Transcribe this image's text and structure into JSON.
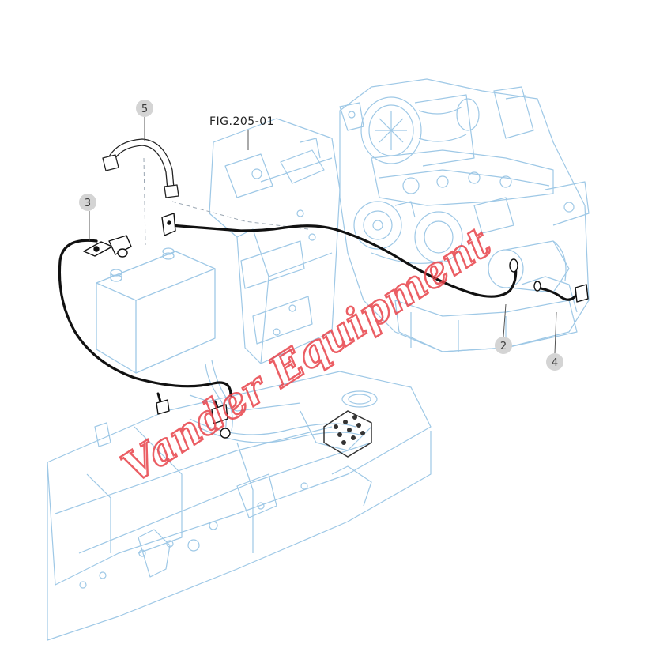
{
  "figure": {
    "label": "FIG.205-01"
  },
  "callouts": [
    {
      "number": "5",
      "part": "battery-hold-down-strap"
    },
    {
      "number": "3",
      "part": "battery-positive-cable"
    },
    {
      "number": "2",
      "part": "starter-cable"
    },
    {
      "number": "4",
      "part": "ground-cable"
    }
  ],
  "watermark": {
    "text": "Vander Equipment",
    "color": "#e8434a"
  },
  "colors": {
    "line_art": "#9ec8e6",
    "cable": "#111111",
    "callout_bubble": "#d4d4d4",
    "leader": "#555555"
  }
}
